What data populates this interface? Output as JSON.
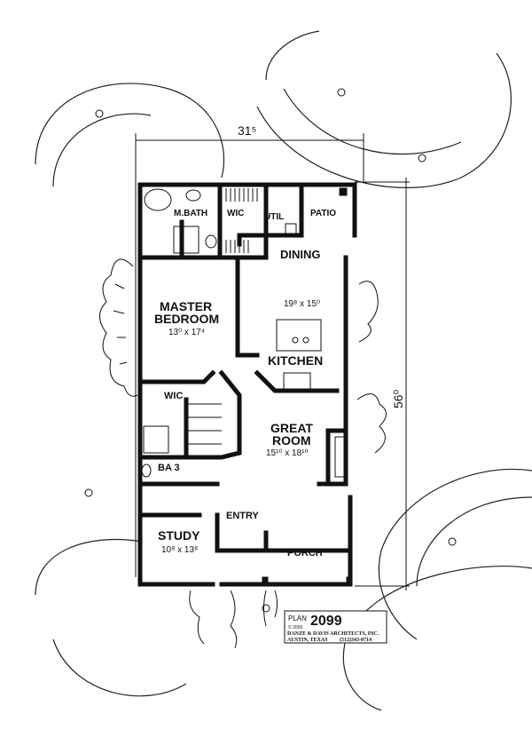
{
  "plan": {
    "overall_width": "31⁵",
    "overall_depth": "56⁰",
    "rooms": {
      "m_bath": "M.BATH",
      "wic_master": "WIC",
      "util": "UTIL",
      "patio": "PATIO",
      "dining": "DINING",
      "dining_kitchen_dims": "19⁸ x 15⁰",
      "master_bedroom_1": "MASTER",
      "master_bedroom_2": "BEDROOM",
      "master_bedroom_dims": "13⁰ x 17⁴",
      "kitchen": "KITCHEN",
      "wic_2": "WIC",
      "great_room_1": "GREAT",
      "great_room_2": "ROOM",
      "great_room_dims": "15¹⁰ x 18¹⁰",
      "ba3": "BA 3",
      "entry": "ENTRY",
      "study": "STUDY",
      "study_dims": "10⁸ x 13⁸",
      "porch": "PORCH"
    }
  },
  "title_block": {
    "plan_label": "PLAN",
    "plan_number": "2099",
    "copyright": "© 2009",
    "firm": "DANZE & DAVIS ARCHITECTS, INC.",
    "city": "AUSTIN, TEXAS",
    "phone": "(512)343-0714"
  }
}
